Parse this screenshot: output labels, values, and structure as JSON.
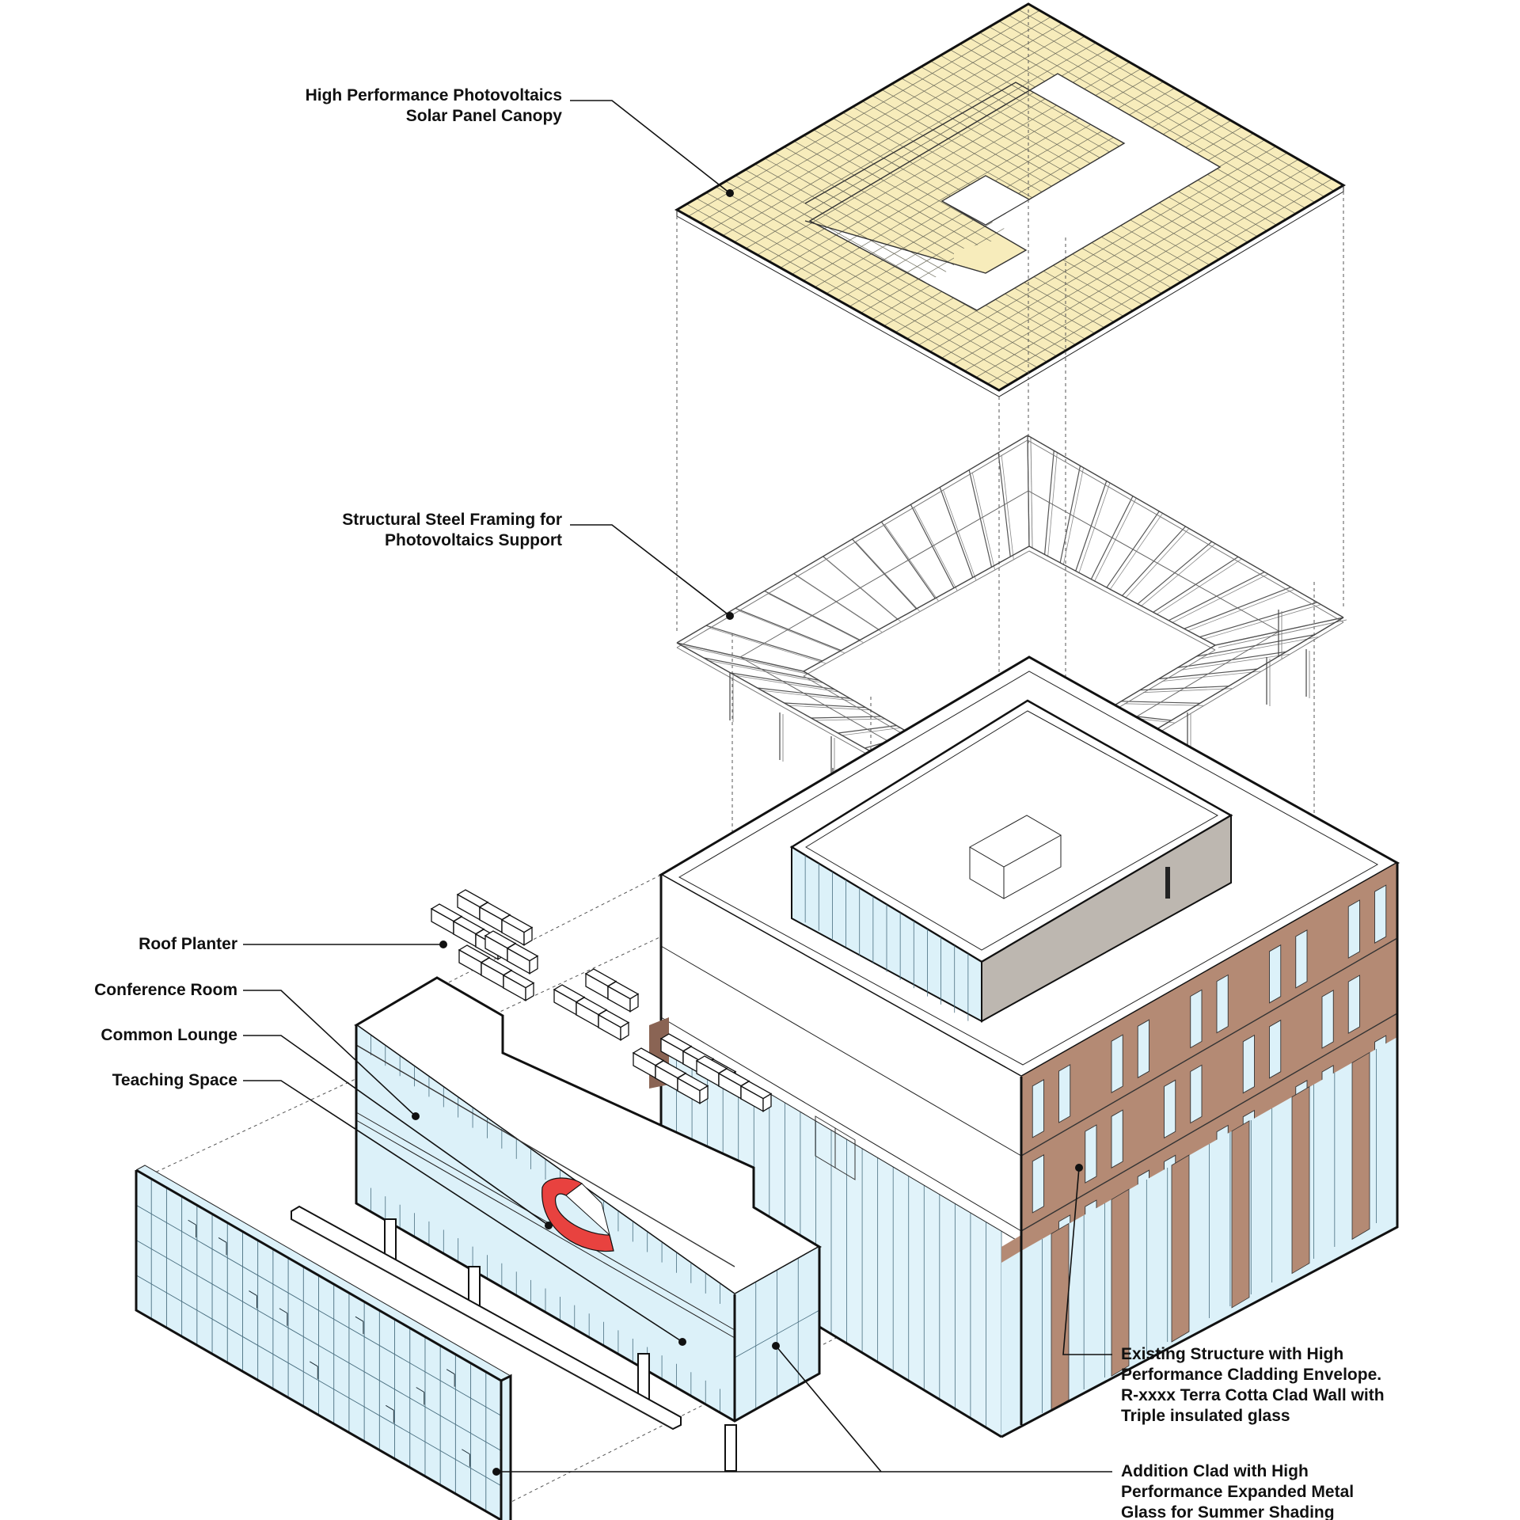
{
  "labels": {
    "solar_line1": "High Performance Photovoltaics",
    "solar_line2": "Solar Panel Canopy",
    "steel_line1": "Structural Steel Framing for",
    "steel_line2": "Photovoltaics Support",
    "roof_planter": "Roof Planter",
    "conference_room": "Conference Room",
    "common_lounge": "Common Lounge",
    "teaching_space": "Teaching Space",
    "existing_line1": "Existing Structure with High",
    "existing_line2": "Performance Cladding Envelope.",
    "existing_line3": "R-xxxx Terra Cotta Clad Wall with",
    "existing_line4": "Triple insulated glass",
    "addition_line1": "Addition Clad with High",
    "addition_line2": "Performance Expanded Metal",
    "addition_line3": "Glass for Summer Shading"
  },
  "colors": {
    "solar_panel": "#f7ecbb",
    "glass": "#dcf1f9",
    "terra_cotta": "#b48a74",
    "stair_red": "#e8423f",
    "interior_wall": "#bdb7b0",
    "line": "#111111"
  }
}
